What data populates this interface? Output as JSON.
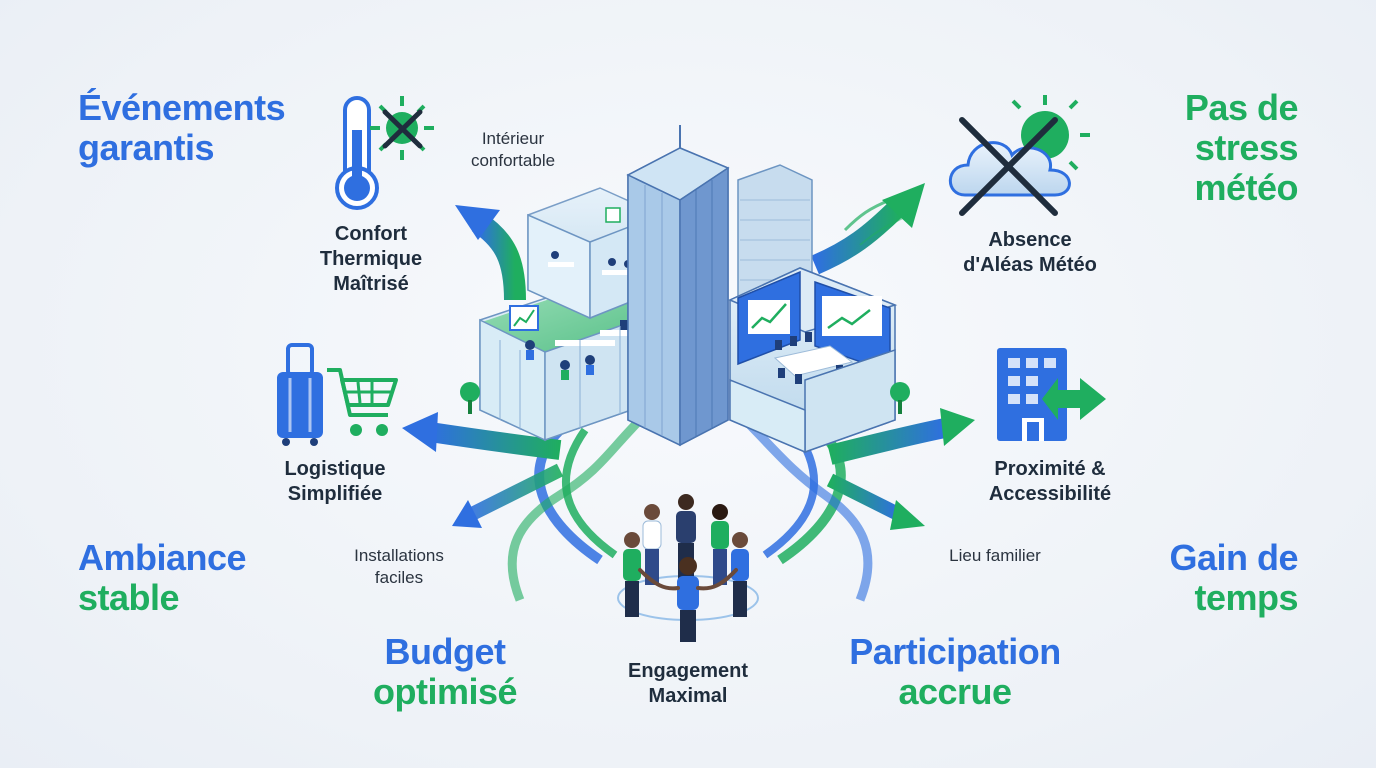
{
  "colors": {
    "blue": "#2f6fe0",
    "green": "#1fae5f",
    "dark": "#1f2d3d",
    "glass": "#cfe6f3"
  },
  "headlines": {
    "events": [
      "Événements",
      "garantis"
    ],
    "weather": [
      "Pas de",
      "stress",
      "météo"
    ],
    "ambiance": [
      "Ambiance",
      "stable"
    ],
    "time": [
      "Gain de",
      "temps"
    ],
    "budget": [
      "Budget",
      "optimisé"
    ],
    "participation": [
      "Participation",
      "accrue"
    ]
  },
  "features": {
    "thermal": [
      "Confort",
      "Thermique",
      "Maîtrisé"
    ],
    "weather_free": [
      "Absence",
      "d'Aléas Météo"
    ],
    "logistics": [
      "Logistique",
      "Simplifiée"
    ],
    "proximity": [
      "Proximité &",
      "Accessibilité"
    ],
    "engagement": [
      "Engagement",
      "Maximal"
    ]
  },
  "notes": {
    "interior": [
      "Intérieur",
      "confortable"
    ],
    "installations": [
      "Installations",
      "faciles"
    ],
    "familiar": "Lieu familier"
  },
  "icons": [
    "thermometer-icon",
    "no-sun-icon",
    "no-weather-cloud-icon",
    "luggage-icon",
    "shopping-cart-icon",
    "building-exit-icon",
    "people-circle-icon",
    "office-building-illustration"
  ]
}
